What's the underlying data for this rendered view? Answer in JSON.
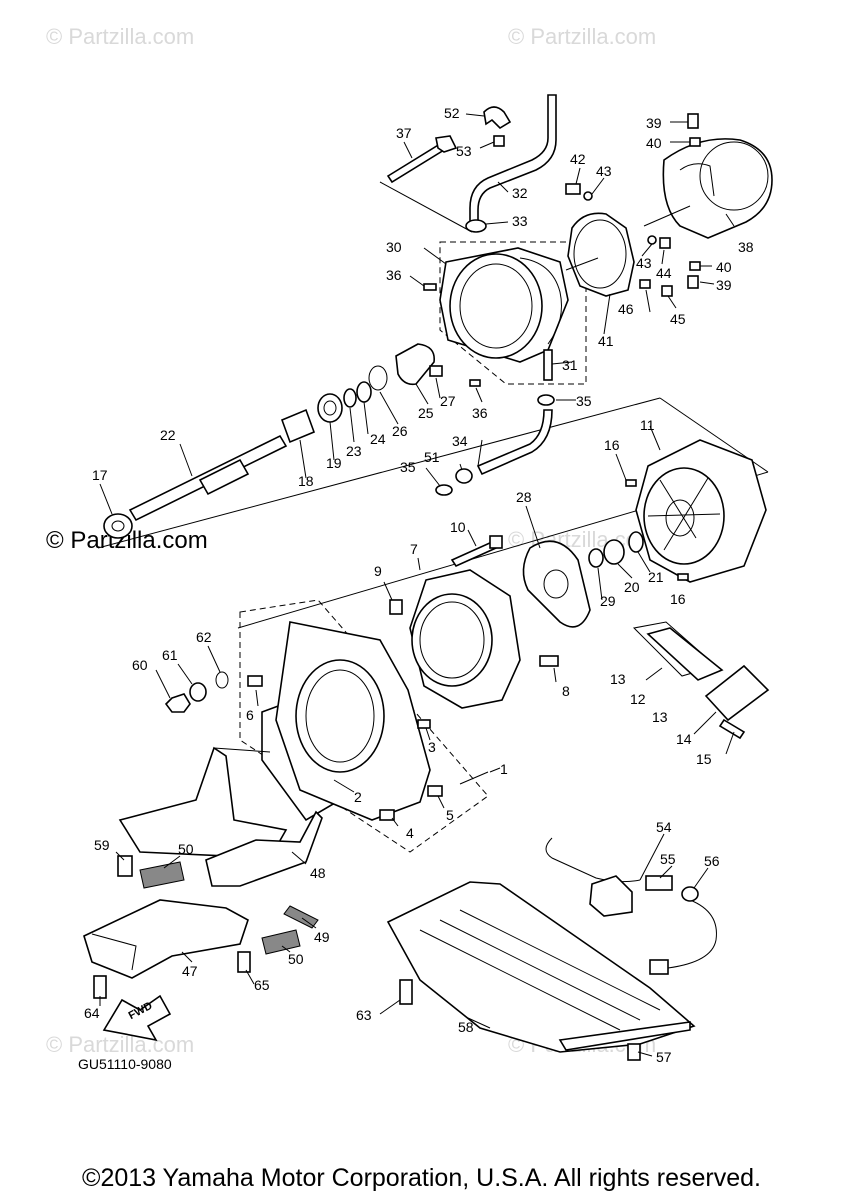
{
  "watermarks": {
    "top_left": "© Partzilla.com",
    "top_right": "© Partzilla.com",
    "middle_left": "© Partzilla.com",
    "middle_right": "© Partzilla.com",
    "bottom_left": "© Partzilla.com",
    "bottom_right": "© Partzilla.com"
  },
  "diagram_code": "GU51110-9080",
  "fwd_label": "FWD",
  "copyright": "©2013 Yamaha Motor Corporation, U.S.A. All rights reserved.",
  "callouts": [
    "1",
    "2",
    "3",
    "4",
    "5",
    "6",
    "7",
    "8",
    "9",
    "10",
    "11",
    "12",
    "13",
    "13",
    "14",
    "15",
    "16",
    "16",
    "17",
    "18",
    "19",
    "20",
    "21",
    "22",
    "23",
    "24",
    "25",
    "26",
    "27",
    "28",
    "29",
    "30",
    "31",
    "32",
    "33",
    "34",
    "35",
    "35",
    "36",
    "36",
    "37",
    "38",
    "39",
    "39",
    "40",
    "40",
    "41",
    "42",
    "43",
    "43",
    "44",
    "45",
    "46",
    "47",
    "48",
    "49",
    "50",
    "50",
    "51",
    "52",
    "53",
    "54",
    "55",
    "56",
    "57",
    "58",
    "59",
    "60",
    "61",
    "62",
    "63",
    "64",
    "65"
  ]
}
